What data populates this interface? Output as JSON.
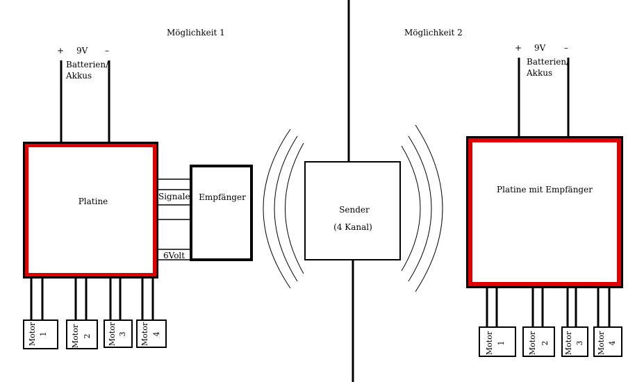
{
  "option1": {
    "heading": "Möglichkeit 1",
    "plus": "+",
    "voltage": "9V",
    "minus": "–",
    "battery_line1": "Batterien/",
    "battery_line2": "Akkus",
    "board_label": "Platine",
    "signal_label": "Signale",
    "volt6_label": "6Volt",
    "receiver_label": "Empfänger",
    "motors": [
      {
        "label": "Motor",
        "number": "1"
      },
      {
        "label": "Motor",
        "number": "2"
      },
      {
        "label": "Motor",
        "number": "3"
      },
      {
        "label": "Motor",
        "number": "4"
      }
    ]
  },
  "transmitter": {
    "label": "Sender",
    "channels": "(4 Kanal)"
  },
  "option2": {
    "heading": "Möglichkeit 2",
    "plus": "+",
    "voltage": "9V",
    "minus": "–",
    "battery_line1": "Batterien/",
    "battery_line2": "Akkus",
    "board_label": "Platine mit Empfänger",
    "motors": [
      {
        "label": "Motor",
        "number": "1"
      },
      {
        "label": "Motor",
        "number": "2"
      },
      {
        "label": "Motor",
        "number": "3"
      },
      {
        "label": "Motor",
        "number": "4"
      }
    ]
  },
  "colors": {
    "board_border": "#e00000",
    "lines": "#000000",
    "background": "#ffffff"
  }
}
